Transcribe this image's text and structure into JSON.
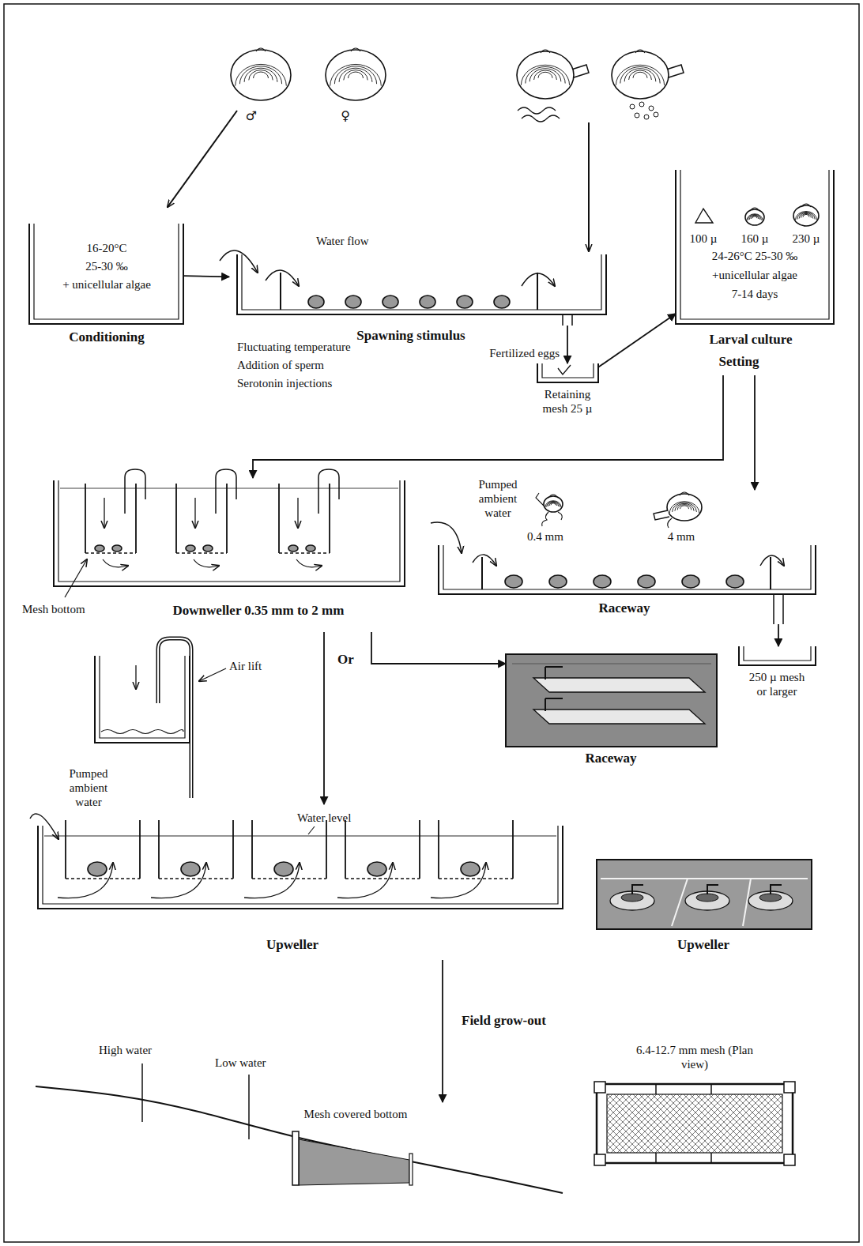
{
  "diagram": {
    "nodes": [
      {
        "text": [
          "16-20°C",
          "25-30 ‰",
          "+ unicellular algae",
          "Conditioning"
        ]
      },
      {
        "text": [
          "Spawning stimulus"
        ]
      },
      {
        "text": [
          "Retaining mesh 25 µ"
        ]
      },
      {
        "text": [
          "100 µ",
          "160 µ",
          "230 µ",
          "24-26°C 25-30 ‰",
          "+unicellular algae",
          "7-14 days",
          "Larval culture",
          "Setting"
        ]
      },
      {
        "text": [
          "Downweller 0.35 mm to 2 mm"
        ]
      },
      {
        "text": [
          "Raceway"
        ]
      },
      {
        "text": [
          "250 µ mesh or larger"
        ]
      },
      {
        "text": [
          "Raceway"
        ]
      },
      {
        "text": [
          "Upweller"
        ]
      },
      {
        "text": [
          "Upweller"
        ]
      },
      {
        "text": [
          "Mesh covered bottom"
        ]
      },
      {
        "text": [
          "6.4-12.7 mm mesh (Plan view)"
        ]
      }
    ],
    "edges": [
      {
        "from": 0,
        "to": 1,
        "arrow": "to"
      },
      {
        "from": 1,
        "to": 2,
        "arrow": "to"
      },
      {
        "from": 2,
        "to": 3,
        "arrow": "to"
      },
      {
        "from": 3,
        "to": 4,
        "arrow": "to"
      },
      {
        "from": 3,
        "to": 5,
        "arrow": "to"
      },
      {
        "from": 4,
        "to": 7,
        "arrow": "to",
        "label": "Or"
      },
      {
        "from": 4,
        "to": 8,
        "arrow": "to"
      },
      {
        "from": 5,
        "to": 6,
        "arrow": "to"
      },
      {
        "from": 8,
        "to": 10,
        "arrow": "to",
        "label": "Field grow-out"
      }
    ],
    "labels": [
      "♂",
      "♀",
      "Water flow",
      "Fluctuating temperature",
      "Addition of sperm",
      "Serotonin injections",
      "Fertilized eggs",
      "Pumped ambient water",
      "0.4 mm",
      "4 mm",
      "Mesh bottom",
      "Air lift",
      "Pumped ambient water",
      "Water level",
      "High water",
      "Low water"
    ]
  }
}
